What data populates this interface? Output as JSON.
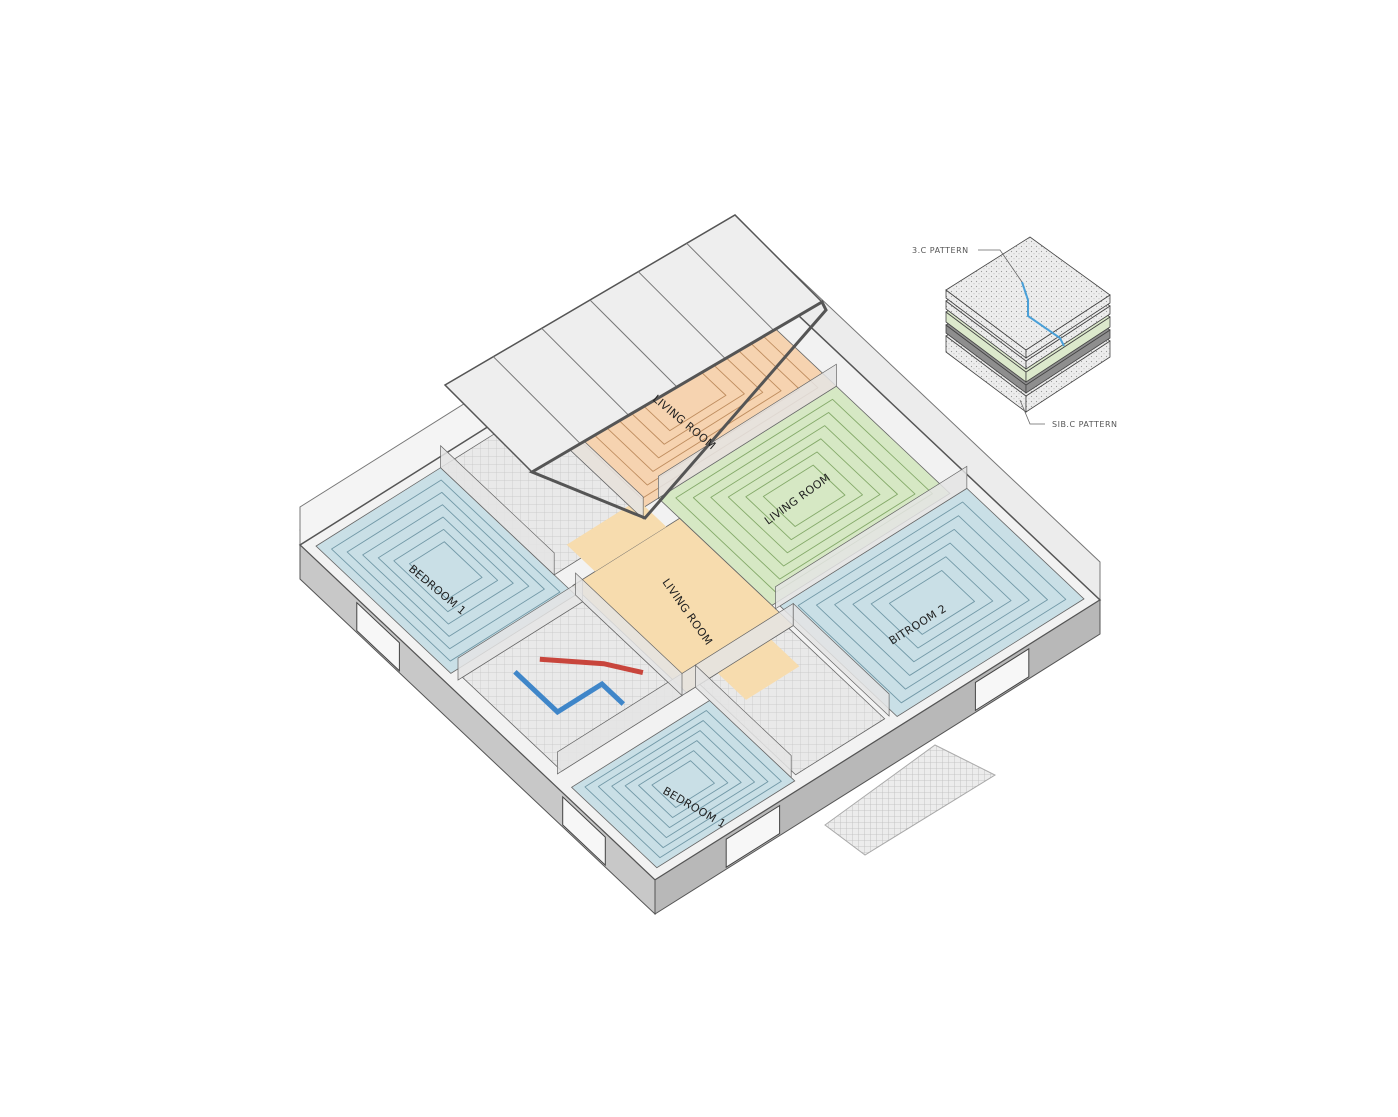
{
  "title": "Isometric floor plan with underfloor heating zones",
  "rooms": {
    "living_top": "LIVING ROOM",
    "living_green": "LIVING ROOM",
    "living_center": "LIVING ROOM",
    "bedroom_left": "BEDROOM 1",
    "bedroom_bottom": "BEDROOM 1",
    "bathroom_right": "BITROOM 2"
  },
  "legend": {
    "top_label": "3.C PATTERN",
    "bottom_label": "SIB.C PATTERN"
  },
  "colors": {
    "bedroom": "#c9dfe6",
    "living_top": "#f6d3b0",
    "living_green": "#d6e8c4",
    "living_center": "#f7dcae",
    "wall": "#c8c8c8",
    "pipe_hot": "#c8453c",
    "pipe_cold": "#3f86c9"
  }
}
